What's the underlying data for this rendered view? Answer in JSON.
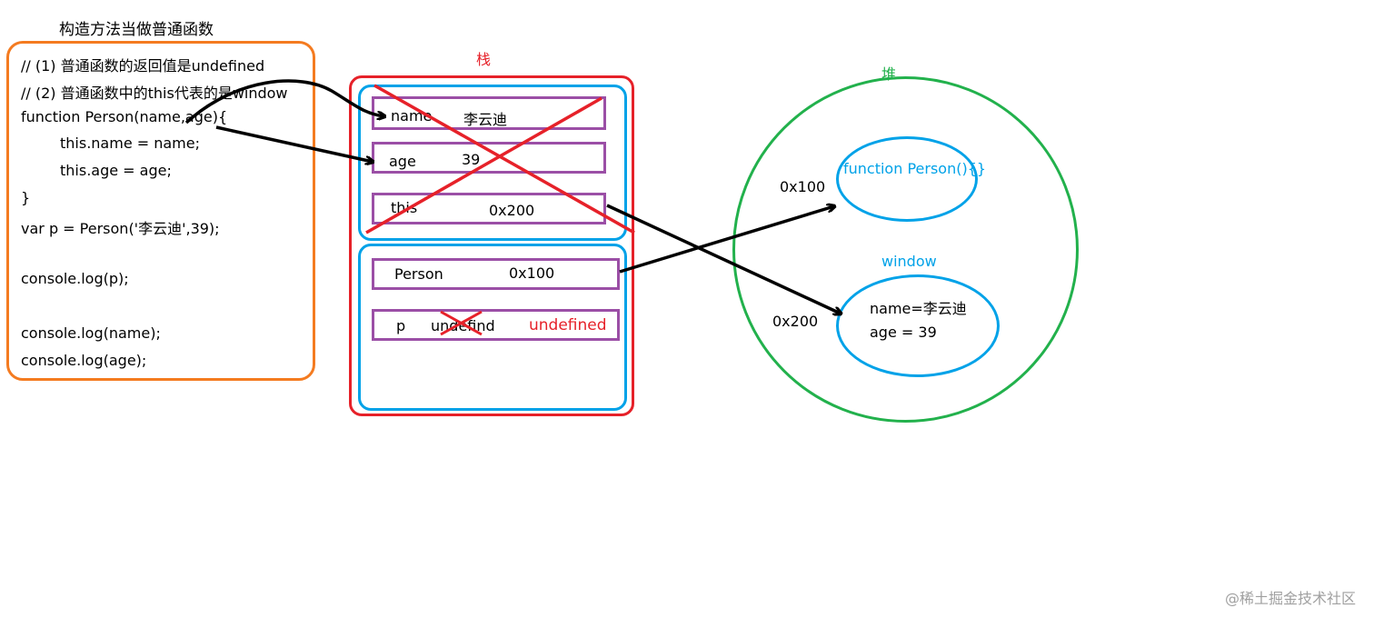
{
  "title": "构造方法当做普通函数",
  "code_lines": [
    "// (1) 普通函数的返回值是undefined",
    "// (2) 普通函数中的this代表的是window",
    "function Person(name,age){",
    "this.name = name;",
    "this.age = age;",
    "}",
    "var p = Person('李云迪',39);",
    "console.log(p);",
    "console.log(name);",
    "console.log(age);"
  ],
  "stack": {
    "label": "栈",
    "frame1": {
      "slots": [
        {
          "name": "name",
          "value": "李云迪"
        },
        {
          "name": "age",
          "value": "39"
        },
        {
          "name": "this",
          "value": "0x200"
        }
      ]
    },
    "frame2": {
      "slots": [
        {
          "name": "Person",
          "value": "0x100"
        },
        {
          "name": "p",
          "value": "undefind",
          "new_value": "undefined"
        }
      ]
    }
  },
  "heap": {
    "label": "堆",
    "function_object": {
      "address": "0x100",
      "text": "function Person(){}"
    },
    "window_object": {
      "label": "window",
      "address": "0x200",
      "props": [
        "name=李云迪",
        "age = 39"
      ]
    }
  },
  "watermark": "@稀土掘金技术社区",
  "colors": {
    "code_box": "#f47b20",
    "stack": "#e62129",
    "frame": "#00a2e8",
    "slot": "#9b4fa6",
    "heap": "#22b14c",
    "cross": "#e62129",
    "arrow": "#000000"
  }
}
